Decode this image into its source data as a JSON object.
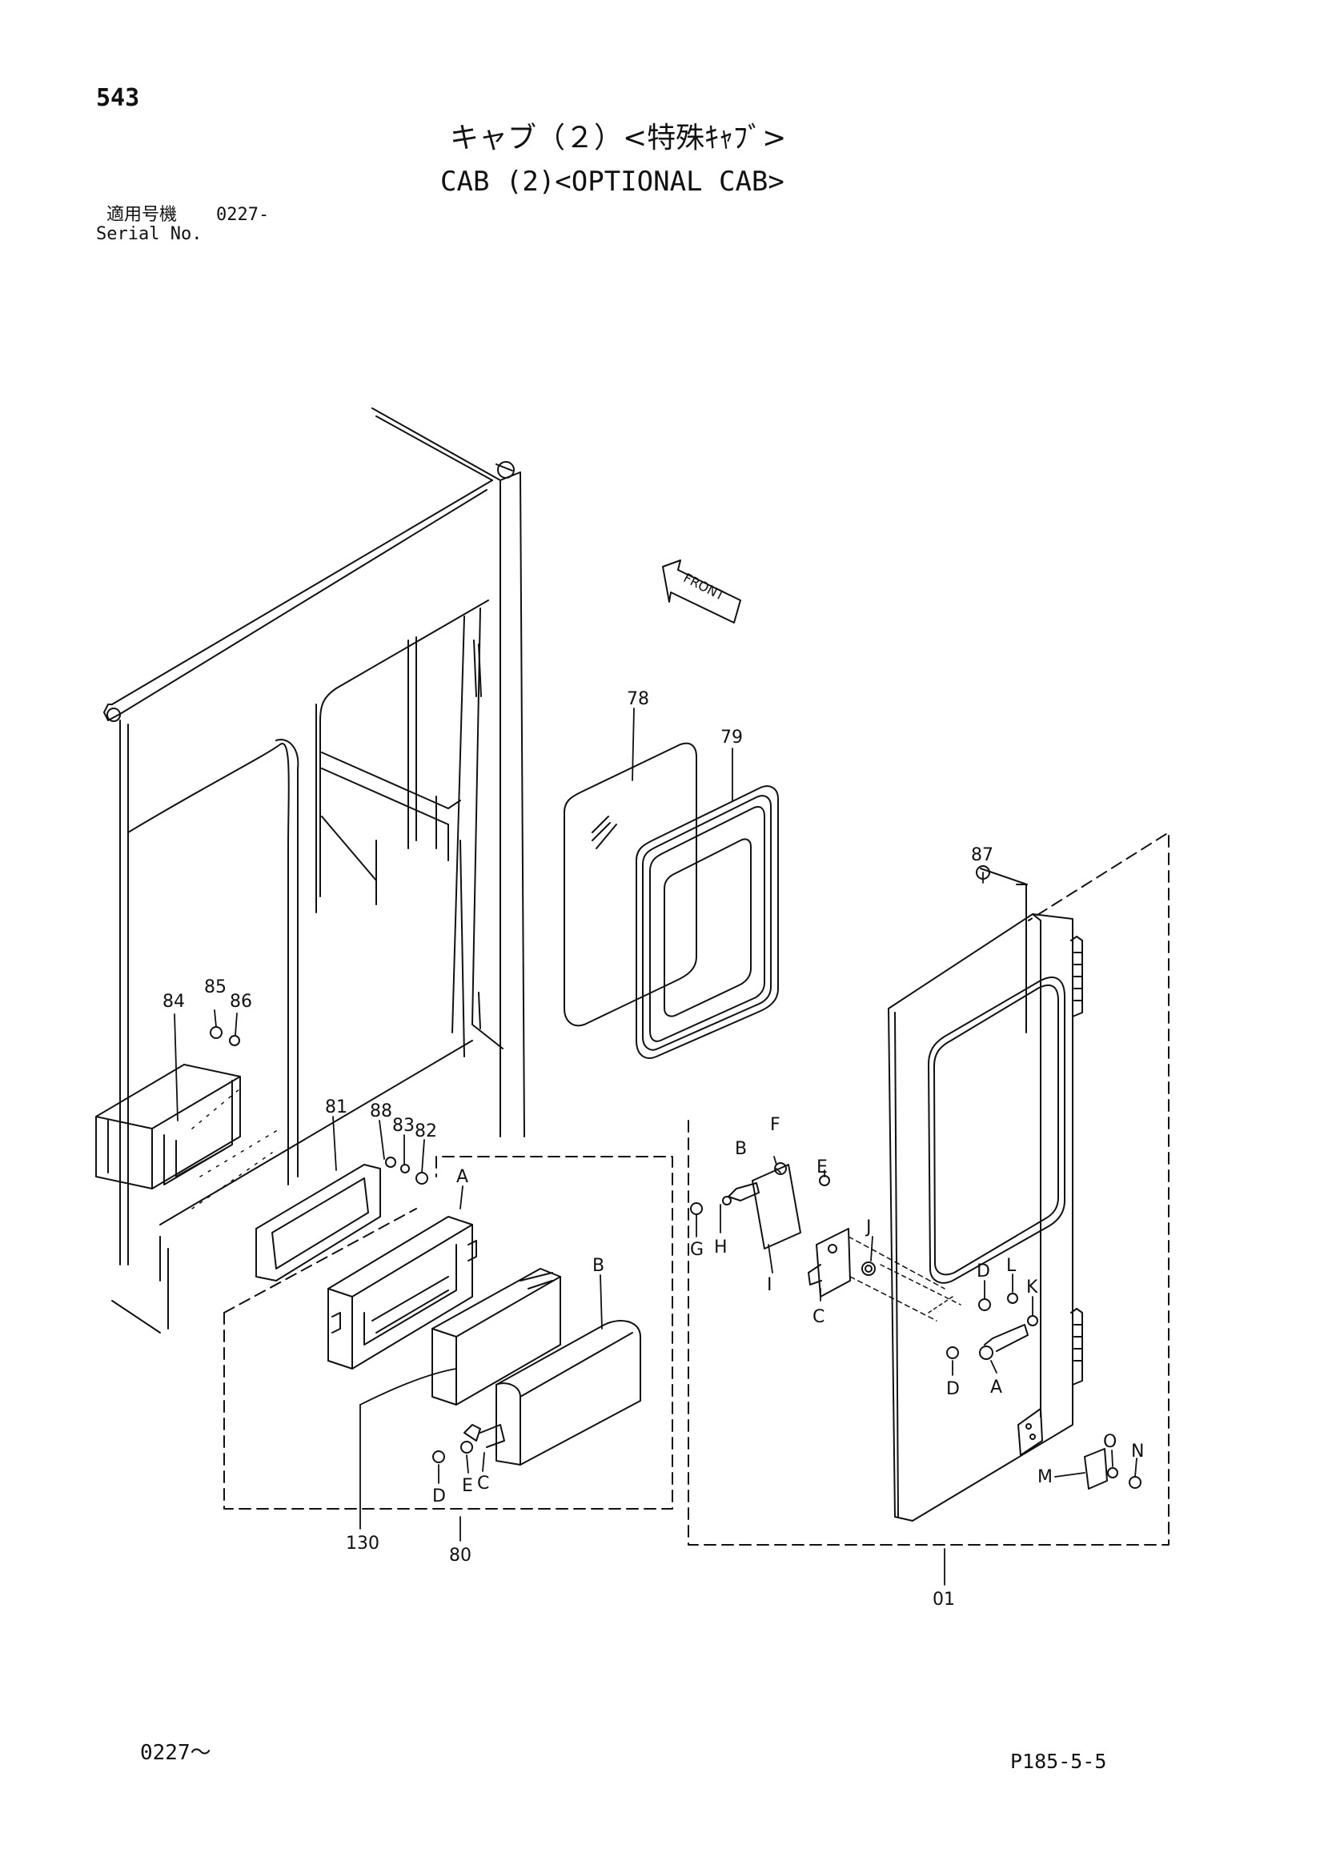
{
  "page_number": "543",
  "title_jp": "キャブ（２）<特殊ｷｬﾌﾞ>",
  "title_en": "CAB (2)<OPTIONAL CAB>",
  "serial": {
    "label_jp": "適用号機",
    "label_en": "Serial No.",
    "value": "0227-"
  },
  "footer": {
    "range": "0227～",
    "ref": "P185-5-5"
  },
  "front_label": "FRONT",
  "callouts": [
    "78",
    "79",
    "87",
    "84",
    "85",
    "86",
    "81",
    "88",
    "83",
    "82",
    "A",
    "B",
    "B",
    "F",
    "E",
    "G",
    "H",
    "I",
    "C",
    "J",
    "D",
    "L",
    "K",
    "A",
    "D",
    "O",
    "N",
    "M",
    "D",
    "E",
    "C",
    "130",
    "80",
    "01"
  ]
}
